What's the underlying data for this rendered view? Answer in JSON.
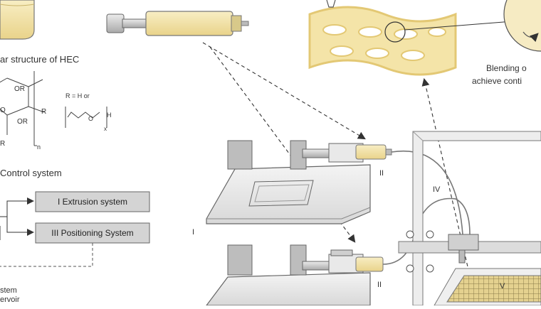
{
  "structure": {
    "caption": "ar structure of HEC",
    "ring_sub_top": "OR",
    "ring_sub_bottom": "OR",
    "ring_sub_left": "O",
    "ring_sub_right": "R",
    "r_substituent": "R",
    "r_definition": "R = H or",
    "repeat_subscript": "n",
    "oligo_subscript": "x",
    "h_end": "H",
    "o_link": "O"
  },
  "control": {
    "title": "Control system",
    "boxes": [
      {
        "label": "I  Extrusion system"
      },
      {
        "label": "III  Positioning System"
      }
    ],
    "footer_line1": "stem",
    "footer_line2": "ervoir"
  },
  "scaffold": {
    "caption_line1": "Blending o",
    "caption_line2": "achieve conti"
  },
  "labels": {
    "pump_top": "II",
    "pump_bottom": "II",
    "tube": "IV",
    "pump_left": "I",
    "platform": "V"
  },
  "colors": {
    "resin": "#f3e3a6",
    "resin_dark": "#e6cb78",
    "metal": "#cfcfcf",
    "box_fill": "#d4d4d4"
  }
}
